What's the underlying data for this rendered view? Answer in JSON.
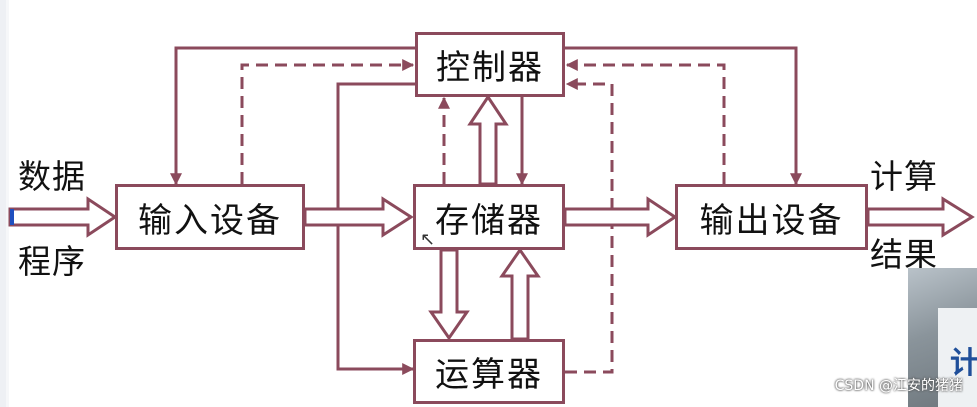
{
  "nodes": {
    "controller": "控制器",
    "input_device": "输入设备",
    "memory": "存储器",
    "output_device": "输出设备",
    "alu": "运算器"
  },
  "labels": {
    "data": "数据",
    "program": "程序",
    "compute": "计算",
    "result": "结果"
  },
  "watermark": "CSDN @江安的猪猪",
  "photo_glyph": "计",
  "colors": {
    "line": "#8b4a5c",
    "input_marker": "#1f4fbf"
  }
}
